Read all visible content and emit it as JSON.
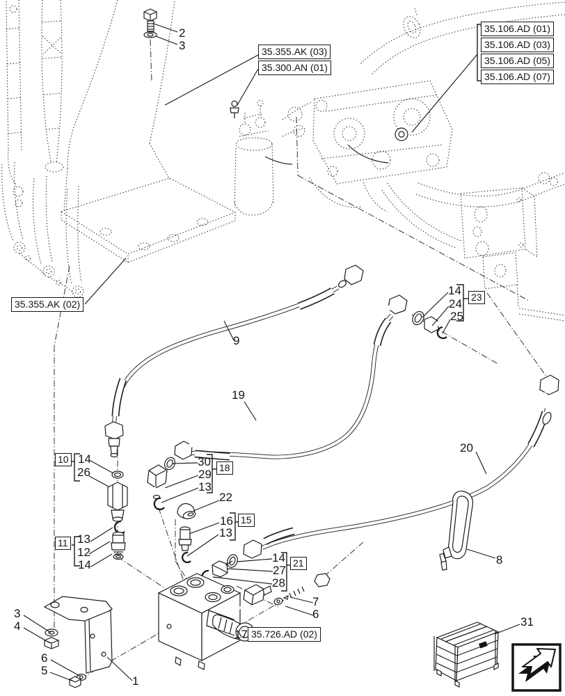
{
  "figure": {
    "background": "#ffffff",
    "line_color": "#1b1b1b",
    "type": "exploded-parts-diagram"
  },
  "ref_labels": {
    "ak03": "35.355.AK (03)",
    "an01": "35.300.AN (01)",
    "ad01": "35.106.AD (01)",
    "ad03": "35.106.AD (03)",
    "ad05": "35.106.AD (05)",
    "ad07": "35.106.AD (07)",
    "ak02": "35.355.AK (02)",
    "ad726_02": "35.726.AD (02)"
  },
  "group_boxes": {
    "g10": "10",
    "g11": "11",
    "g15": "15",
    "g18": "18",
    "g21": "21",
    "g23": "23"
  },
  "callouts": {
    "n1": "1",
    "n2": "2",
    "n3": "3",
    "n4": "4",
    "n5": "5",
    "n6": "6",
    "n7": "7",
    "n8": "8",
    "n9": "9",
    "n12": "12",
    "n13": "13",
    "n14": "14",
    "n16": "16",
    "n17": "17",
    "n19": "19",
    "n20": "20",
    "n22": "22",
    "n24": "24",
    "n25": "25",
    "n26": "26",
    "n27": "27",
    "n28": "28",
    "n29": "29",
    "n30": "30",
    "n31": "31"
  },
  "icons": {
    "direction_arrow": "ne-arrow-3d"
  }
}
